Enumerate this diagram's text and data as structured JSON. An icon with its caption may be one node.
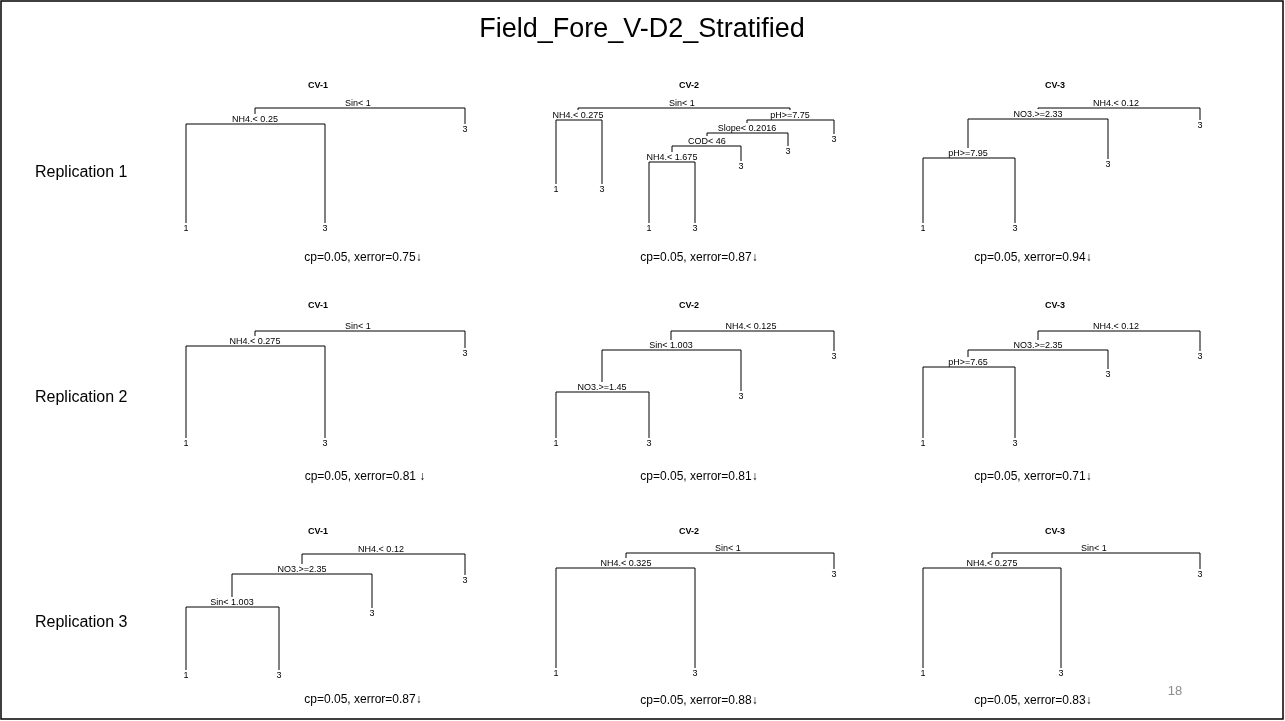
{
  "diagram": {
    "title": "Field_Fore_V-D2_Stratified",
    "nodes": [
      {
        "text": [
          "Sin< 1"
        ]
      },
      {
        "text": [
          "NH4.< 0.25"
        ]
      },
      {
        "text": [
          "1"
        ]
      },
      {
        "text": [
          "3"
        ]
      },
      {
        "text": [
          "3"
        ]
      },
      {
        "text": [
          "Sin< 1"
        ]
      },
      {
        "text": [
          "NH4.< 0.275"
        ]
      },
      {
        "text": [
          "pH>=7.75"
        ]
      },
      {
        "text": [
          "1"
        ]
      },
      {
        "text": [
          "3"
        ]
      },
      {
        "text": [
          "Slope< 0.2016"
        ]
      },
      {
        "text": [
          "3"
        ]
      },
      {
        "text": [
          "COD< 46"
        ]
      },
      {
        "text": [
          "3"
        ]
      },
      {
        "text": [
          "NH4.< 1.675"
        ]
      },
      {
        "text": [
          "3"
        ]
      },
      {
        "text": [
          "1"
        ]
      },
      {
        "text": [
          "3"
        ]
      },
      {
        "text": [
          "NH4.< 0.12"
        ]
      },
      {
        "text": [
          "NO3.>=2.33"
        ]
      },
      {
        "text": [
          "3"
        ]
      },
      {
        "text": [
          "pH>=7.95"
        ]
      },
      {
        "text": [
          "3"
        ]
      },
      {
        "text": [
          "1"
        ]
      },
      {
        "text": [
          "3"
        ]
      },
      {
        "text": [
          "Sin< 1"
        ]
      },
      {
        "text": [
          "NH4.< 0.275"
        ]
      },
      {
        "text": [
          "3"
        ]
      },
      {
        "text": [
          "1"
        ]
      },
      {
        "text": [
          "3"
        ]
      },
      {
        "text": [
          "NH4.< 0.125"
        ]
      },
      {
        "text": [
          "Sin< 1.003"
        ]
      },
      {
        "text": [
          "3"
        ]
      },
      {
        "text": [
          "NO3.>=1.45"
        ]
      },
      {
        "text": [
          "3"
        ]
      },
      {
        "text": [
          "1"
        ]
      },
      {
        "text": [
          "3"
        ]
      },
      {
        "text": [
          "NH4.< 0.12"
        ]
      },
      {
        "text": [
          "NO3.>=2.35"
        ]
      },
      {
        "text": [
          "3"
        ]
      },
      {
        "text": [
          "pH>=7.65"
        ]
      },
      {
        "text": [
          "3"
        ]
      },
      {
        "text": [
          "1"
        ]
      },
      {
        "text": [
          "3"
        ]
      },
      {
        "text": [
          "NH4.< 0.12"
        ]
      },
      {
        "text": [
          "NO3.>=2.35"
        ]
      },
      {
        "text": [
          "3"
        ]
      },
      {
        "text": [
          "Sin< 1.003"
        ]
      },
      {
        "text": [
          "3"
        ]
      },
      {
        "text": [
          "1"
        ]
      },
      {
        "text": [
          "3"
        ]
      },
      {
        "text": [
          "Sin< 1"
        ]
      },
      {
        "text": [
          "NH4.< 0.325"
        ]
      },
      {
        "text": [
          "3"
        ]
      },
      {
        "text": [
          "1"
        ]
      },
      {
        "text": [
          "3"
        ]
      },
      {
        "text": [
          "Sin< 1"
        ]
      },
      {
        "text": [
          "NH4.< 0.275"
        ]
      },
      {
        "text": [
          "3"
        ]
      },
      {
        "text": [
          "1"
        ]
      },
      {
        "text": [
          "3"
        ]
      }
    ],
    "edges": [
      {
        "from": 0,
        "to": 1,
        "arrow": "none"
      },
      {
        "from": 0,
        "to": 4,
        "arrow": "none"
      },
      {
        "from": 1,
        "to": 2,
        "arrow": "none"
      },
      {
        "from": 1,
        "to": 3,
        "arrow": "none"
      },
      {
        "from": 5,
        "to": 6,
        "arrow": "none"
      },
      {
        "from": 5,
        "to": 7,
        "arrow": "none"
      },
      {
        "from": 6,
        "to": 8,
        "arrow": "none"
      },
      {
        "from": 6,
        "to": 9,
        "arrow": "none"
      },
      {
        "from": 7,
        "to": 10,
        "arrow": "none"
      },
      {
        "from": 7,
        "to": 11,
        "arrow": "none"
      },
      {
        "from": 10,
        "to": 12,
        "arrow": "none"
      },
      {
        "from": 10,
        "to": 13,
        "arrow": "none"
      },
      {
        "from": 12,
        "to": 14,
        "arrow": "none"
      },
      {
        "from": 12,
        "to": 15,
        "arrow": "none"
      },
      {
        "from": 14,
        "to": 16,
        "arrow": "none"
      },
      {
        "from": 14,
        "to": 17,
        "arrow": "none"
      },
      {
        "from": 18,
        "to": 19,
        "arrow": "none"
      },
      {
        "from": 18,
        "to": 20,
        "arrow": "none"
      },
      {
        "from": 19,
        "to": 21,
        "arrow": "none"
      },
      {
        "from": 19,
        "to": 22,
        "arrow": "none"
      },
      {
        "from": 21,
        "to": 23,
        "arrow": "none"
      },
      {
        "from": 21,
        "to": 24,
        "arrow": "none"
      },
      {
        "from": 25,
        "to": 26,
        "arrow": "none"
      },
      {
        "from": 25,
        "to": 27,
        "arrow": "none"
      },
      {
        "from": 26,
        "to": 28,
        "arrow": "none"
      },
      {
        "from": 26,
        "to": 29,
        "arrow": "none"
      },
      {
        "from": 30,
        "to": 31,
        "arrow": "none"
      },
      {
        "from": 30,
        "to": 32,
        "arrow": "none"
      },
      {
        "from": 31,
        "to": 33,
        "arrow": "none"
      },
      {
        "from": 31,
        "to": 34,
        "arrow": "none"
      },
      {
        "from": 33,
        "to": 35,
        "arrow": "none"
      },
      {
        "from": 33,
        "to": 36,
        "arrow": "none"
      },
      {
        "from": 37,
        "to": 38,
        "arrow": "none"
      },
      {
        "from": 37,
        "to": 39,
        "arrow": "none"
      },
      {
        "from": 38,
        "to": 40,
        "arrow": "none"
      },
      {
        "from": 38,
        "to": 41,
        "arrow": "none"
      },
      {
        "from": 40,
        "to": 42,
        "arrow": "none"
      },
      {
        "from": 40,
        "to": 43,
        "arrow": "none"
      },
      {
        "from": 44,
        "to": 45,
        "arrow": "none"
      },
      {
        "from": 44,
        "to": 46,
        "arrow": "none"
      },
      {
        "from": 45,
        "to": 47,
        "arrow": "none"
      },
      {
        "from": 45,
        "to": 48,
        "arrow": "none"
      },
      {
        "from": 47,
        "to": 49,
        "arrow": "none"
      },
      {
        "from": 47,
        "to": 50,
        "arrow": "none"
      },
      {
        "from": 51,
        "to": 52,
        "arrow": "none"
      },
      {
        "from": 51,
        "to": 53,
        "arrow": "none"
      },
      {
        "from": 52,
        "to": 54,
        "arrow": "none"
      },
      {
        "from": 52,
        "to": 55,
        "arrow": "none"
      },
      {
        "from": 56,
        "to": 57,
        "arrow": "none"
      },
      {
        "from": 56,
        "to": 58,
        "arrow": "none"
      },
      {
        "from": 57,
        "to": 59,
        "arrow": "none"
      },
      {
        "from": 57,
        "to": 60,
        "arrow": "none"
      }
    ],
    "labels": [
      "CV-1",
      "CV-2",
      "CV-3",
      "Replication 1",
      "cp=0.05, xerror=0.75↓",
      "cp=0.05, xerror=0.87↓",
      "cp=0.05, xerror=0.94↓",
      "CV-1",
      "CV-2",
      "CV-3",
      "Replication 2",
      "cp=0.05, xerror=0.81 ↓",
      "cp=0.05, xerror=0.81↓",
      "cp=0.05, xerror=0.71↓",
      "CV-1",
      "CV-2",
      "CV-3",
      "Replication 3",
      "cp=0.05, xerror=0.87↓",
      "cp=0.05, xerror=0.88↓",
      "cp=0.05, xerror=0.83↓",
      "18"
    ]
  }
}
